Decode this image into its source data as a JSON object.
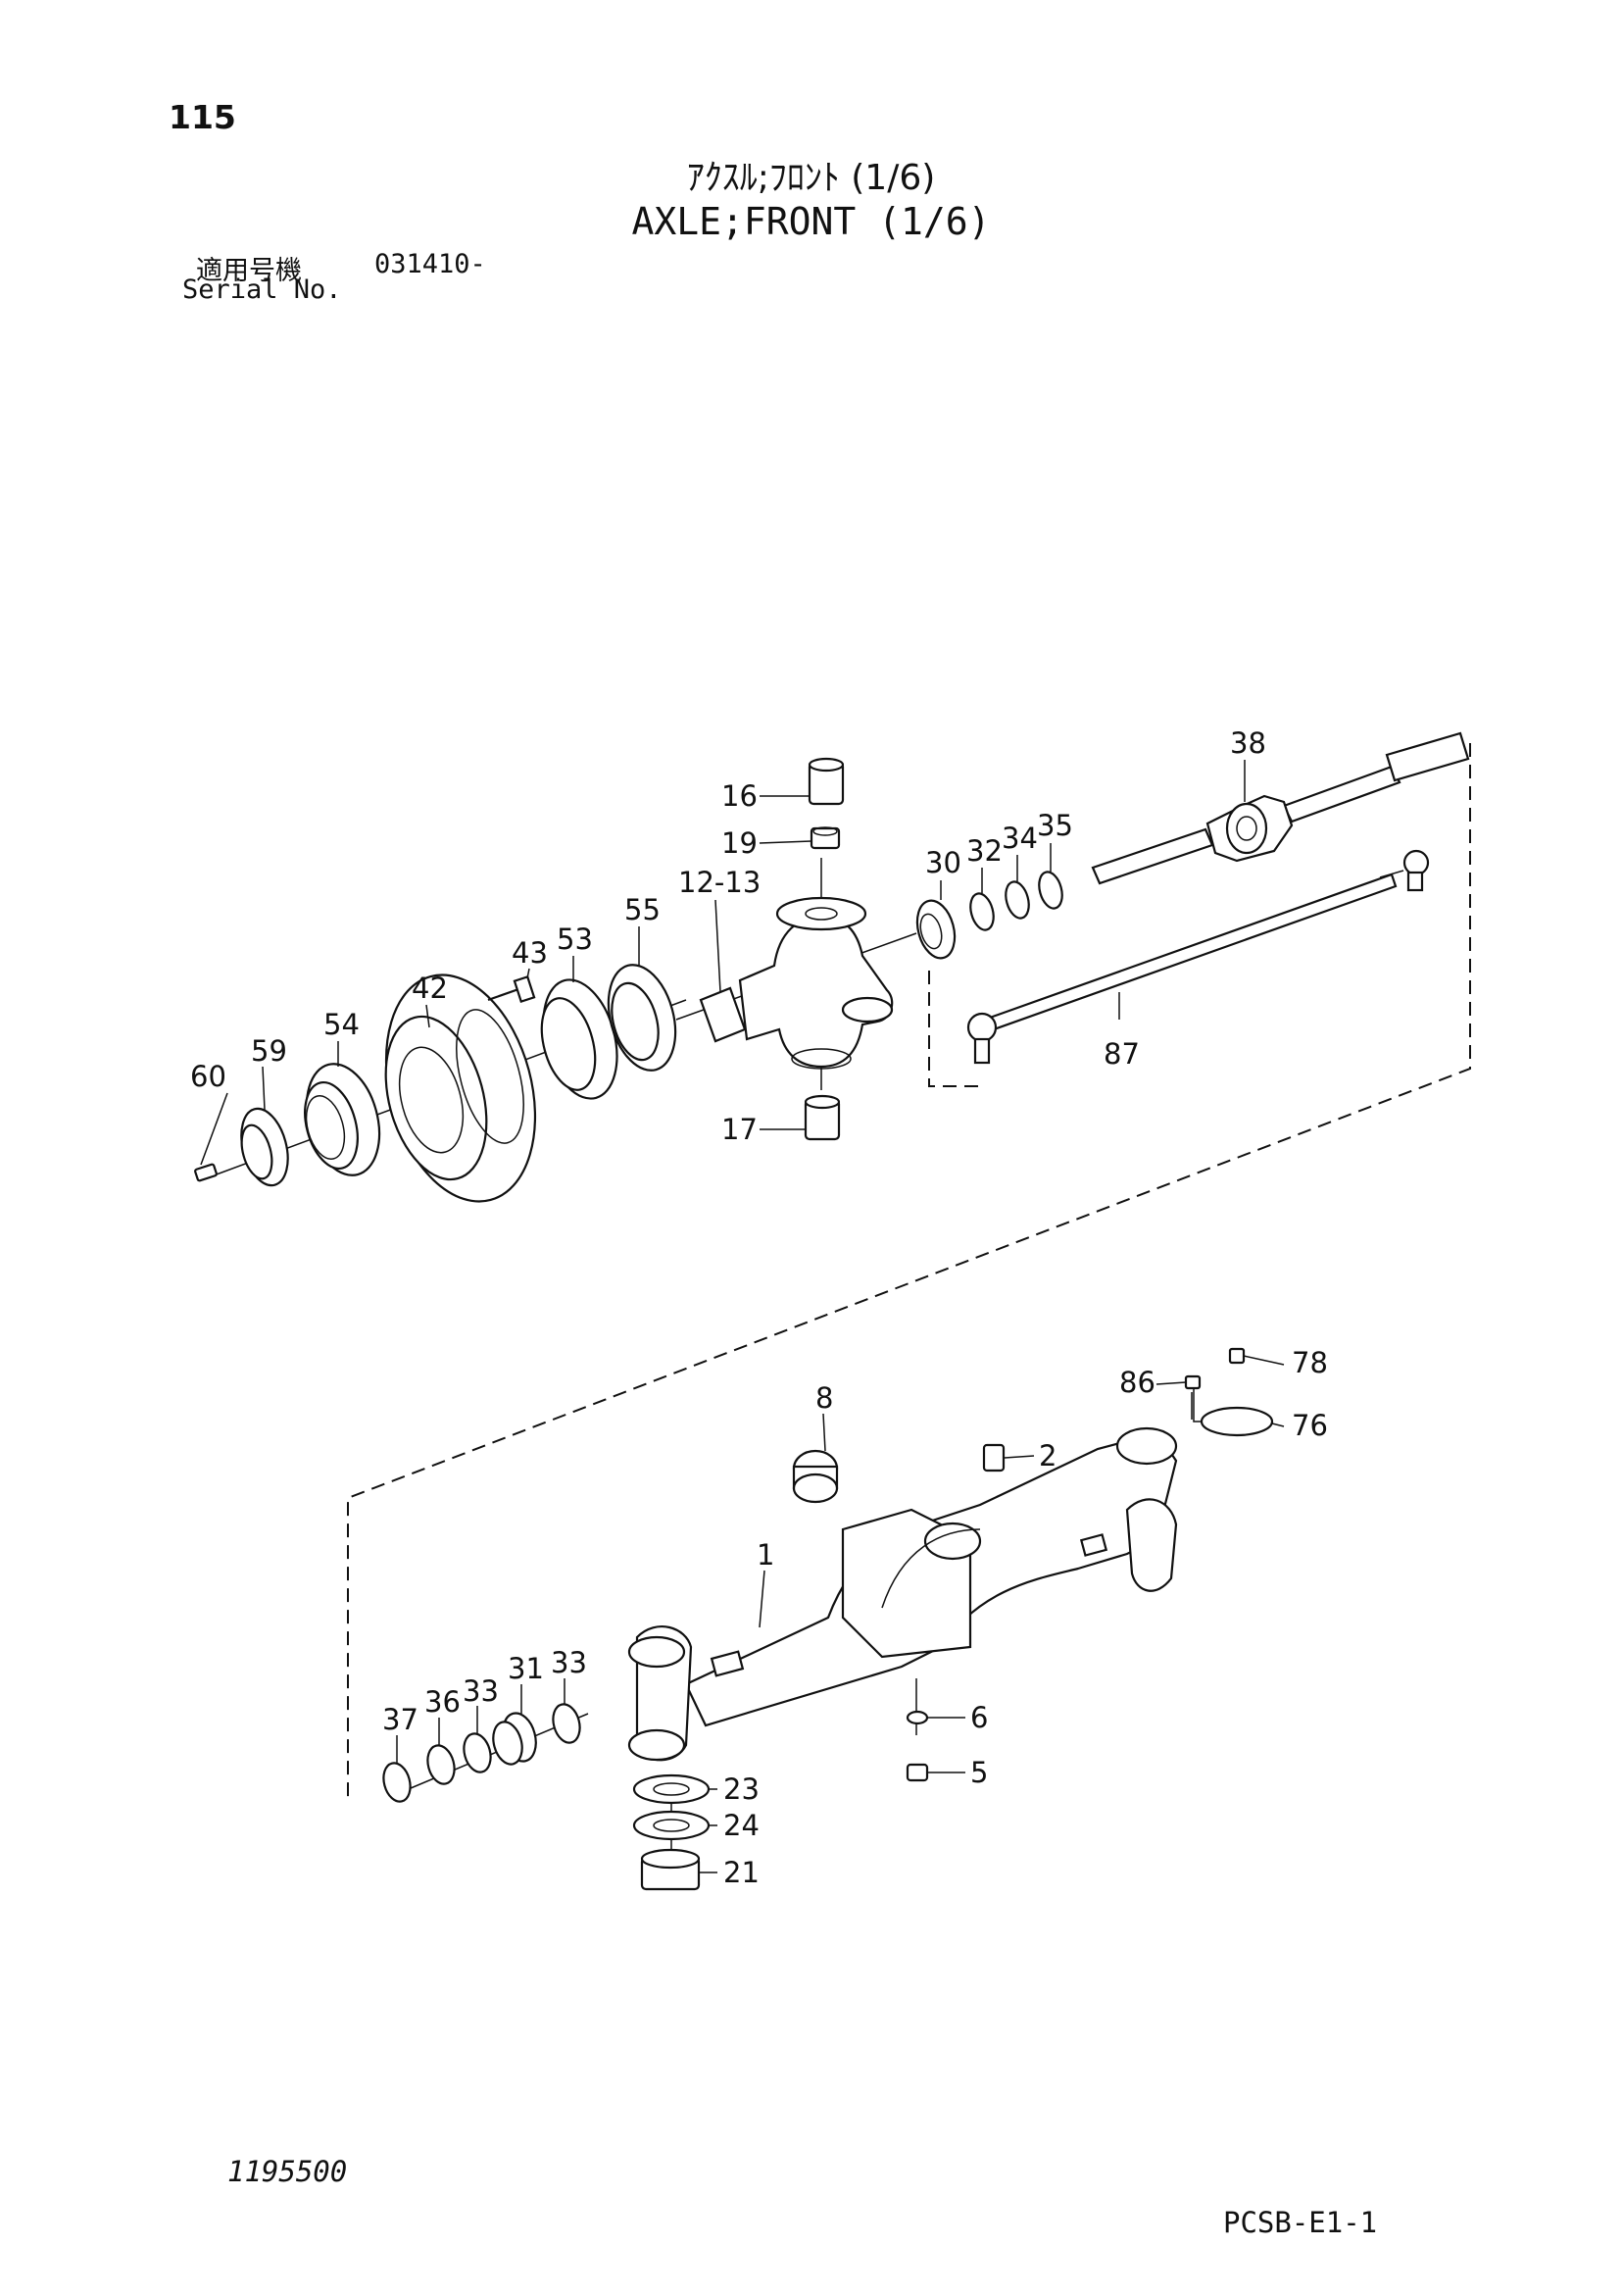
{
  "header": {
    "page_number": "115",
    "title_jp": "ｱｸｽﾙ;ﾌﾛﾝﾄ (1/6)",
    "title_en": "AXLE;FRONT (1/6)",
    "serial_label_jp": "適用号機",
    "serial_value": "031410-",
    "serial_label_en": "Serial No."
  },
  "footer": {
    "document_code": "1195500",
    "sheet_code": "PCSB-E1-1"
  },
  "callouts": {
    "c1": "1",
    "c2": "2",
    "c5": "5",
    "c6": "6",
    "c8": "8",
    "c12_13": "12-13",
    "c16": "16",
    "c17": "17",
    "c19": "19",
    "c21": "21",
    "c23": "23",
    "c24": "24",
    "c30": "30",
    "c31": "31",
    "c32": "32",
    "c33a": "33",
    "c33b": "33",
    "c34": "34",
    "c35": "35",
    "c36": "36",
    "c37": "37",
    "c38": "38",
    "c42": "42",
    "c43": "43",
    "c53": "53",
    "c54": "54",
    "c55": "55",
    "c59": "59",
    "c60": "60",
    "c76": "76",
    "c78": "78",
    "c86": "86",
    "c87": "87"
  }
}
